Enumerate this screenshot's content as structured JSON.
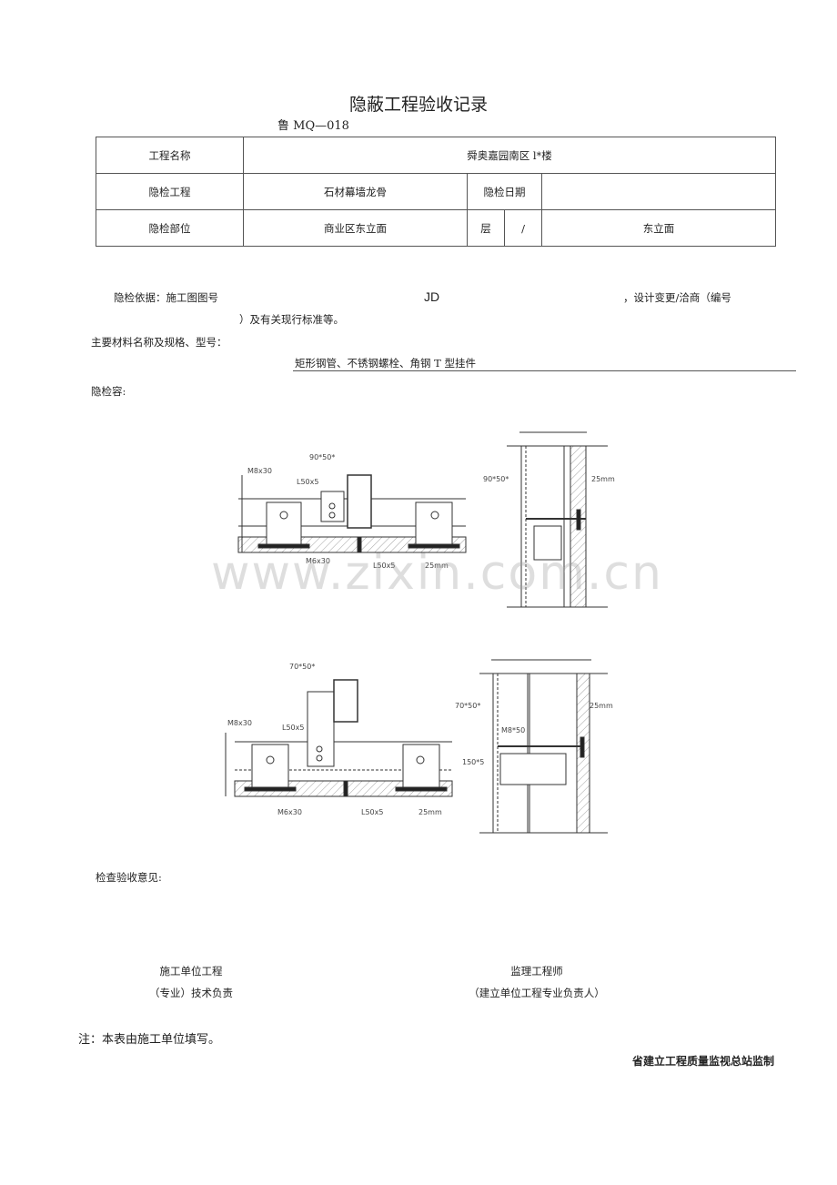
{
  "title": "隐蔽工程验收记录",
  "form_code": "鲁 MQ—018",
  "table": {
    "project_name_label": "工程名称",
    "project_name": "舜奥嘉园南区 l*楼",
    "inspection_item_label": "隐检工程",
    "inspection_item": "石材幕墙龙骨",
    "inspection_date_label": "隐检日期",
    "inspection_date": "",
    "location_label": "隐检部位",
    "location": "商业区东立面",
    "floor_label": "层",
    "floor": "/",
    "elevation": "东立面"
  },
  "basis": {
    "label": "隐检依据：施工图图号",
    "drawing_no": "JD",
    "change_text": "，设计变更/洽商（编号",
    "tail": "）及有关现行标准等。"
  },
  "materials": {
    "label": "主要材料名称及规格、型号：",
    "value": "矩形钢管、不锈钢螺栓、角钢 T 型挂件"
  },
  "content_label": "隐检容:",
  "drawing_labels": {
    "a1": "M8x30",
    "a2": "90*50*",
    "a3": "L50x5",
    "a4": "M6x30",
    "a5": "L50x5",
    "a6": "25mm",
    "b1": "90*50*",
    "b2": "25mm",
    "c1": "70*50*",
    "c2": "M8x30",
    "c3": "L50x5",
    "c4": "M6x30",
    "c5": "L50x5",
    "c6": "25mm",
    "d1": "70*50*",
    "d2": "25mm",
    "d3": "M8*50",
    "d4": "150*5"
  },
  "watermark": "www.zixin.com.cn",
  "opinion_label": "检查验收意见:",
  "signatures": {
    "left_line1": "施工单位工程",
    "left_line2": "（专业）技术负责",
    "right_line1": "监理工程师",
    "right_line2": "（建立单位工程专业负责人）"
  },
  "note": "注：本表由施工单位填写。",
  "issuer": "省建立工程质量监视总站监制"
}
